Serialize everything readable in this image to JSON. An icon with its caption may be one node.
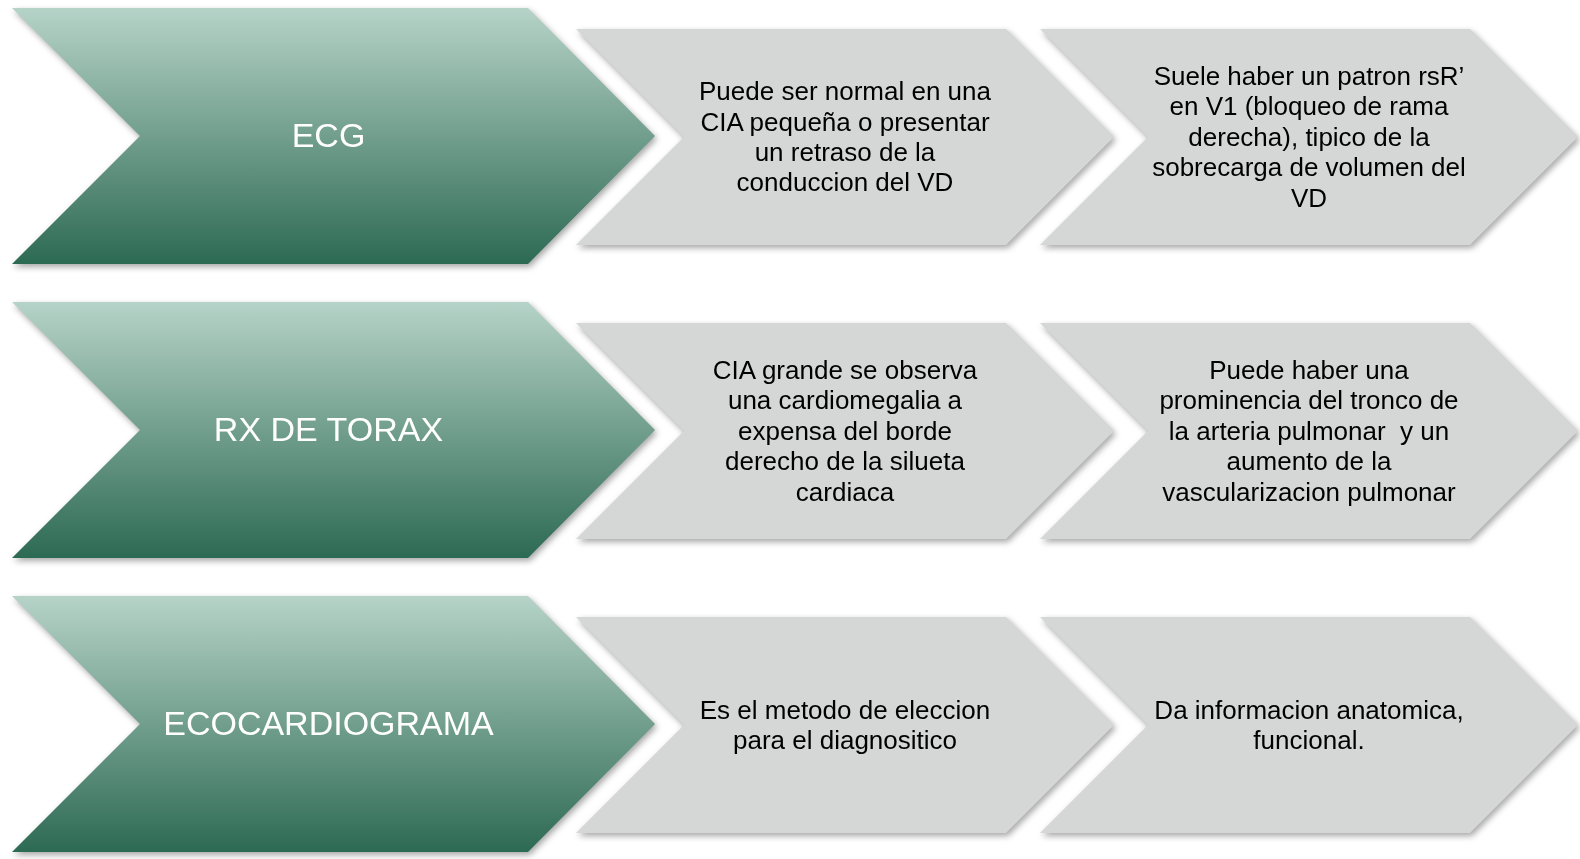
{
  "diagram": {
    "nodes": [
      {
        "text": [
          "ECG"
        ]
      },
      {
        "text": [
          "Puede ser normal en una CIA pequeña o presentar un retraso de la conduccion del VD"
        ]
      },
      {
        "text": [
          "Suele haber un patron rsR’ en V1 (bloqueo de rama derecha), tipico de la sobrecarga de volumen del VD"
        ]
      },
      {
        "text": [
          "RX DE TORAX"
        ]
      },
      {
        "text": [
          "CIA grande se observa una cardiomegalia a expensa del borde derecho de la silueta cardiaca"
        ]
      },
      {
        "text": [
          "Puede haber una prominencia del tronco de la arteria pulmonar  y un aumento de la vascularizacion pulmonar"
        ]
      },
      {
        "text": [
          "ECOCARDIOGRAMA"
        ]
      },
      {
        "text": [
          "Es el metodo de eleccion para el diagnositico"
        ]
      },
      {
        "text": [
          "Da informacion anatomica, funcional."
        ]
      }
    ]
  }
}
